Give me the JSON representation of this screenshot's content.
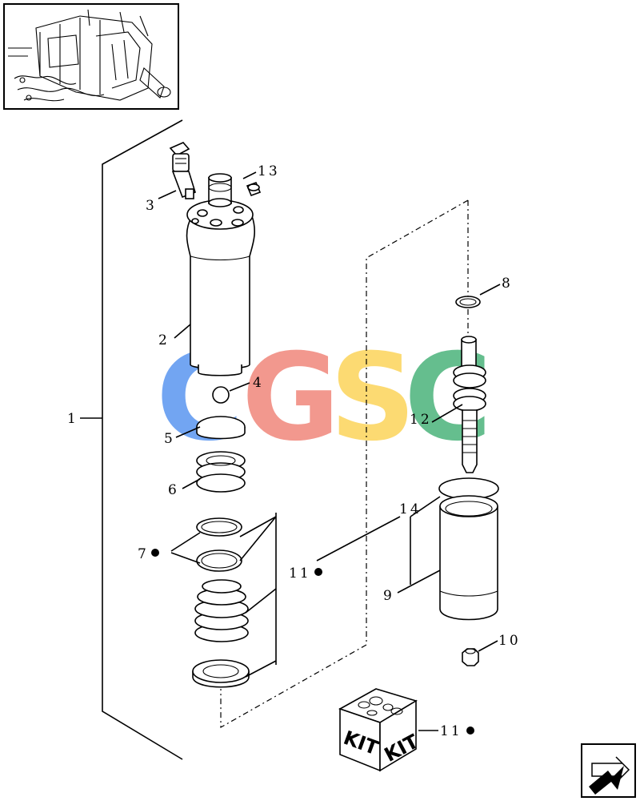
{
  "callouts": {
    "c1": "1",
    "c2": "2",
    "c3": "3",
    "c4": "4",
    "c5": "5",
    "c6": "6",
    "c7": "7",
    "c8": "8",
    "c9": "9",
    "c10": "10",
    "c11a": "11",
    "c11b": "11",
    "c12": "12",
    "c13": "13",
    "c14": "14"
  },
  "kit_labels": {
    "left": "KIT",
    "right": "KIT"
  },
  "watermark": {
    "letters": [
      "C",
      "G",
      "S",
      "C"
    ],
    "colors": [
      "#4f8ff0",
      "#f07f72",
      "#fcd24f",
      "#3fae72"
    ]
  },
  "icons": {
    "thumbnail": "assembly-location-thumbnail",
    "nav": "next-page-arrow-icon"
  }
}
